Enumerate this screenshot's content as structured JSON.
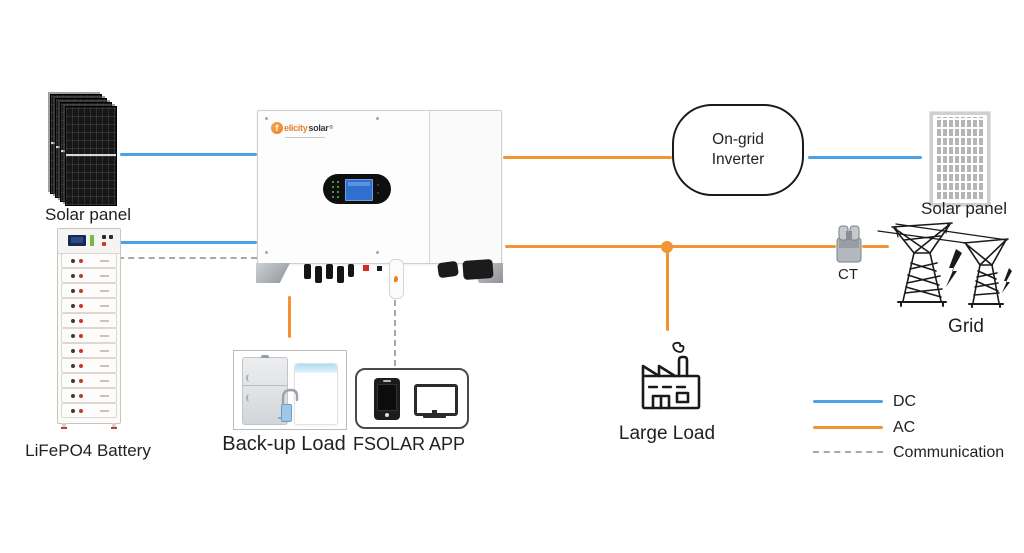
{
  "nodes": {
    "solar_panel_left": {
      "label": "Solar panel"
    },
    "battery": {
      "label": "LiFePO4 Battery"
    },
    "hybrid_inverter": {
      "brand_icon_letter": "f",
      "brand_part1": "elicity",
      "brand_part2": "solar",
      "brand_reg": "®"
    },
    "ongrid_inverter": {
      "line1": "On-grid",
      "line2": "Inverter"
    },
    "solar_panel_right": {
      "label": "Solar panel"
    },
    "ct": {
      "label": "CT"
    },
    "grid": {
      "label": "Grid"
    },
    "large_load": {
      "label": "Large Load"
    },
    "backup_load": {
      "label": "Back-up Load"
    },
    "fsolar_app": {
      "label": "FSOLAR APP"
    }
  },
  "legend": {
    "dc": {
      "label": "DC",
      "color": "#4AA3E8"
    },
    "ac": {
      "label": "AC",
      "color": "#F29433"
    },
    "communication": {
      "label": "Communication",
      "color": "#A8A8A8"
    }
  }
}
